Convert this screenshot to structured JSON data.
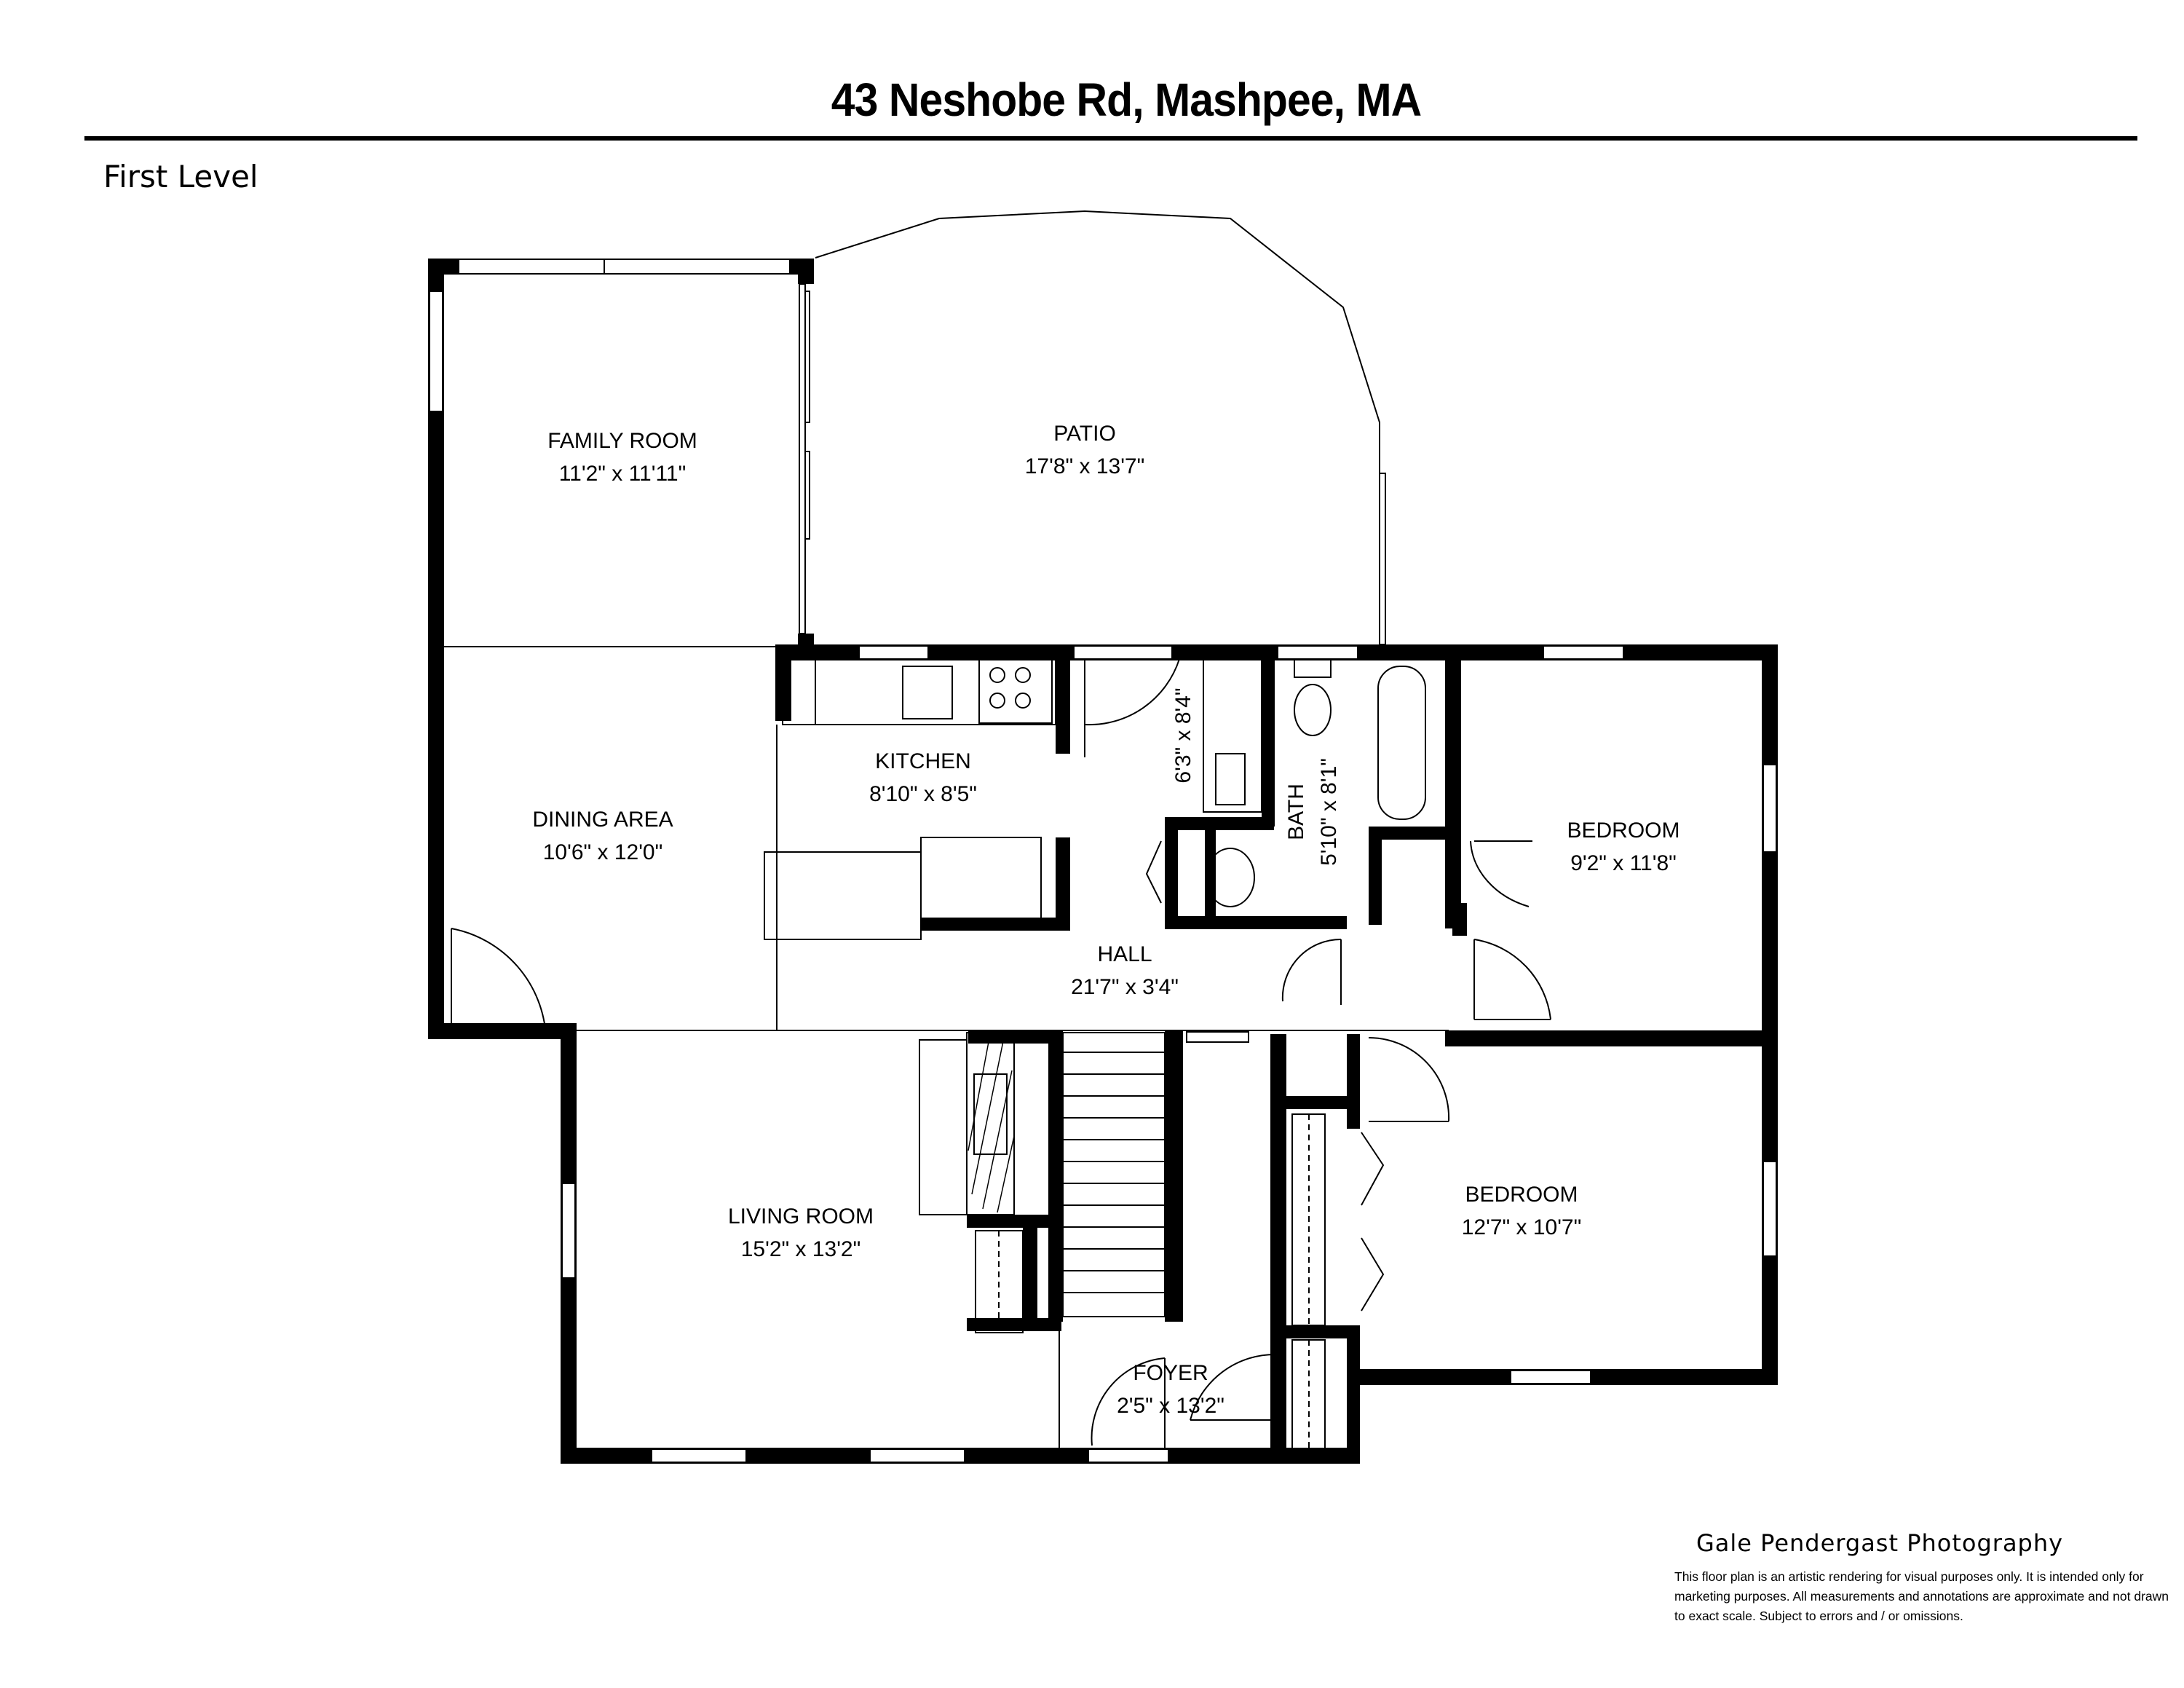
{
  "header": {
    "title": "43 Neshobe Rd, Mashpee, MA",
    "level": "First Level"
  },
  "rooms": {
    "family_room": {
      "name": "FAMILY ROOM",
      "dims": "11'2\" x 11'11\""
    },
    "patio": {
      "name": "PATIO",
      "dims": "17'8\" x 13'7\""
    },
    "dining_area": {
      "name": "DINING AREA",
      "dims": "10'6\" x 12'0\""
    },
    "kitchen": {
      "name": "KITCHEN",
      "dims": "8'10\" x 8'5\""
    },
    "laundry": {
      "name": "",
      "dims": "6'3\" x 8'4\""
    },
    "bath": {
      "name": "BATH",
      "dims": "5'10\" x 8'1\""
    },
    "bedroom_1": {
      "name": "BEDROOM",
      "dims": "9'2\" x 11'8\""
    },
    "hall": {
      "name": "HALL",
      "dims": "21'7\" x 3'4\""
    },
    "living_room": {
      "name": "LIVING ROOM",
      "dims": "15'2\" x 13'2\""
    },
    "bedroom_2": {
      "name": "BEDROOM",
      "dims": "12'7\" x 10'7\""
    },
    "foyer": {
      "name": "FOYER",
      "dims": "2'5\" x 13'2\""
    }
  },
  "footer": {
    "credit": "Gale Pendergast Photography",
    "disclaimer": "This floor plan is an artistic rendering for visual purposes only. It is intended only for marketing purposes. All measurements and annotations are approximate and not drawn to exact scale. Subject to errors and / or omissions."
  },
  "colors": {
    "wall": "#000000",
    "background": "#ffffff",
    "line": "#000000"
  }
}
